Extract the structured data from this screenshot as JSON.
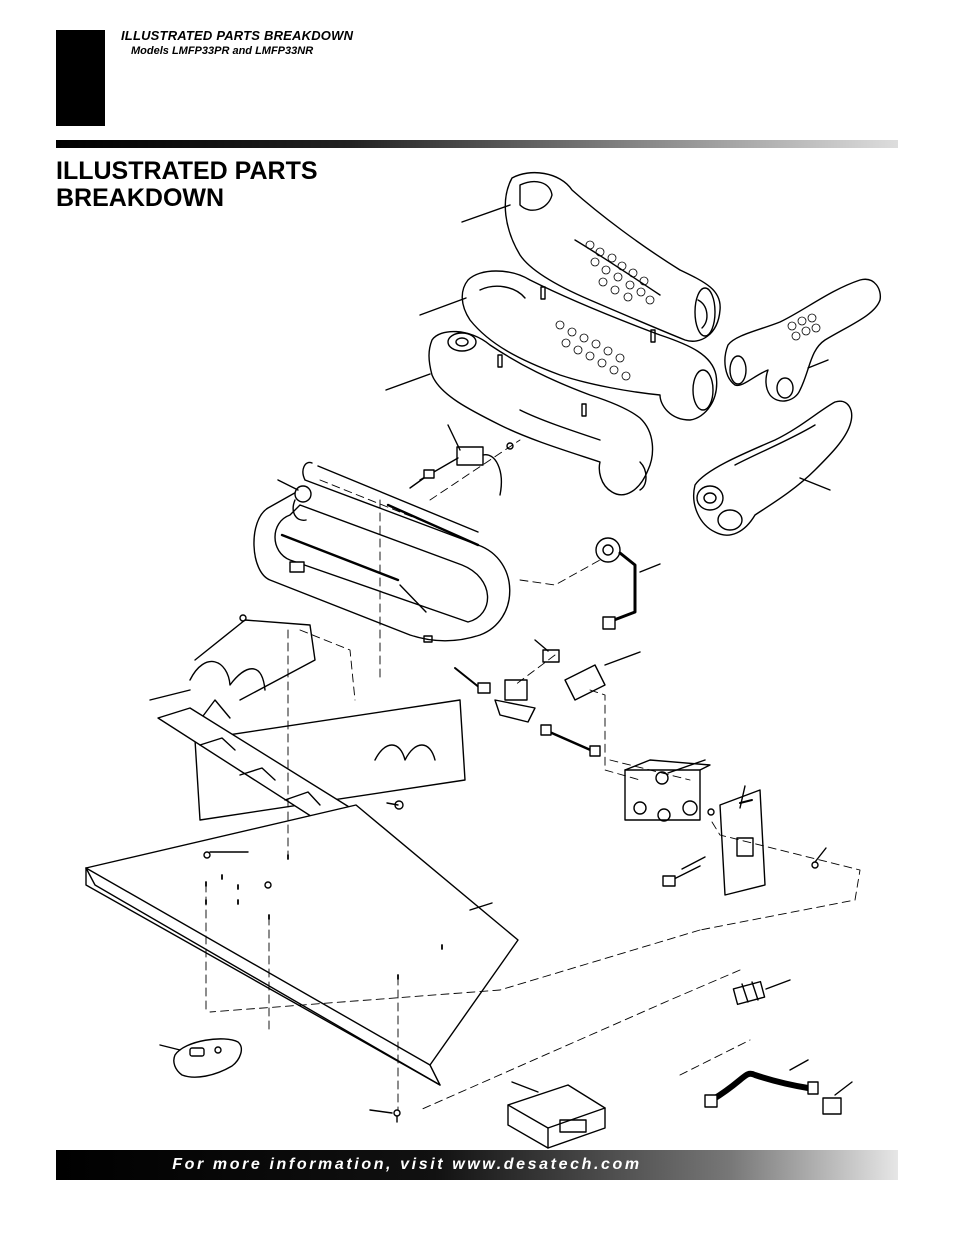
{
  "header": {
    "section_title": "ILLUSTRATED PARTS BREAKDOWN",
    "models": "Models LMFP33PR and LMFP33NR"
  },
  "page_title": "ILLUSTRATED PARTS BREAKDOWN",
  "footer": {
    "text": "For more information, visit www.desatech.com"
  },
  "colors": {
    "ink": "#000000",
    "background": "#ffffff"
  }
}
